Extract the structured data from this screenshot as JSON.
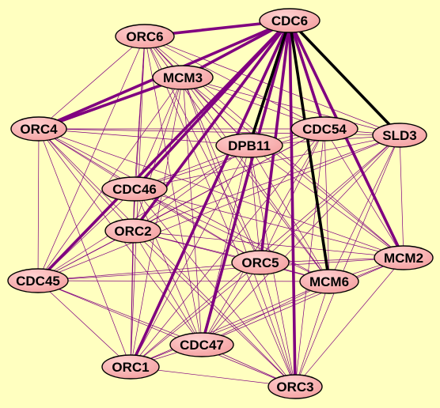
{
  "colors": {
    "background": "#ffffc0",
    "node_fill": "#f4a0a0",
    "node_highlight": "#ffd2d2",
    "node_stroke": "#000000",
    "edge_purple": "#800080",
    "edge_black": "#000000"
  },
  "nodes": [
    {
      "id": "CDC6",
      "label": "CDC6"
    },
    {
      "id": "ORC6",
      "label": "ORC6"
    },
    {
      "id": "MCM3",
      "label": "MCM3"
    },
    {
      "id": "ORC4",
      "label": "ORC4"
    },
    {
      "id": "CDC54",
      "label": "CDC54"
    },
    {
      "id": "SLD3",
      "label": "SLD3"
    },
    {
      "id": "DPB11",
      "label": "DPB11"
    },
    {
      "id": "CDC46",
      "label": "CDC46"
    },
    {
      "id": "ORC2",
      "label": "ORC2"
    },
    {
      "id": "ORC5",
      "label": "ORC5"
    },
    {
      "id": "MCM2",
      "label": "MCM2"
    },
    {
      "id": "CDC45",
      "label": "CDC45"
    },
    {
      "id": "MCM6",
      "label": "MCM6"
    },
    {
      "id": "CDC47",
      "label": "CDC47"
    },
    {
      "id": "ORC1",
      "label": "ORC1"
    },
    {
      "id": "ORC3",
      "label": "ORC3"
    }
  ],
  "heavy_edges": [
    {
      "source": "CDC6",
      "target": "ORC6",
      "color": "purple"
    },
    {
      "source": "CDC6",
      "target": "MCM3",
      "color": "purple"
    },
    {
      "source": "CDC6",
      "target": "ORC4",
      "color": "purple"
    },
    {
      "source": "CDC6",
      "target": "CDC46",
      "color": "purple"
    },
    {
      "source": "CDC6",
      "target": "ORC2",
      "color": "purple"
    },
    {
      "source": "CDC6",
      "target": "CDC45",
      "color": "purple"
    },
    {
      "source": "CDC6",
      "target": "ORC1",
      "color": "purple"
    },
    {
      "source": "CDC6",
      "target": "CDC47",
      "color": "purple"
    },
    {
      "source": "CDC6",
      "target": "ORC5",
      "color": "purple"
    },
    {
      "source": "CDC6",
      "target": "ORC3",
      "color": "purple"
    },
    {
      "source": "CDC6",
      "target": "CDC54",
      "color": "purple"
    },
    {
      "source": "CDC6",
      "target": "MCM2",
      "color": "purple"
    },
    {
      "source": "CDC6",
      "target": "DPB11",
      "color": "black"
    },
    {
      "source": "CDC6",
      "target": "SLD3",
      "color": "black"
    },
    {
      "source": "CDC6",
      "target": "MCM6",
      "color": "black"
    },
    {
      "source": "MCM3",
      "target": "ORC4",
      "color": "purple"
    }
  ]
}
